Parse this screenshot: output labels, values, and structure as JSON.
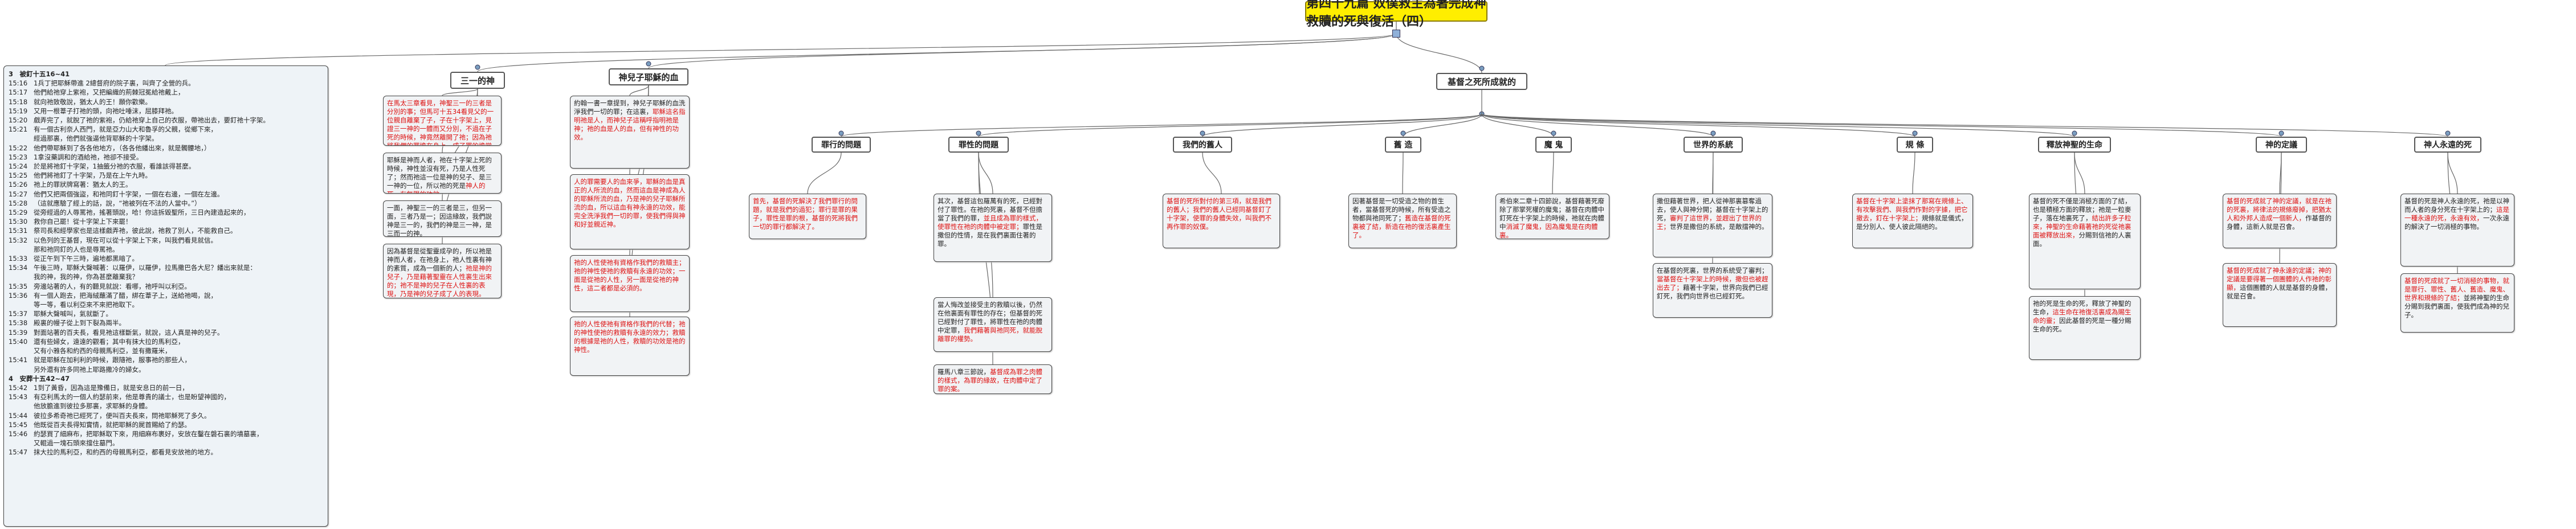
{
  "root": {
    "title": "第四十九篇 奴僕救主為著完成神救贖的死與復活（四）"
  },
  "scripture": {
    "sections": [
      {
        "heading": "3　被釘十五16~41",
        "verses": [
          [
            "15:16",
            "1兵丁把耶穌帶進 2總督府的院子裏，叫齊了全營的兵。"
          ],
          [
            "15:17",
            "他們給祂穿上紫袍，又把編織的荊棘冠冕給祂戴上，"
          ],
          [
            "15:18",
            "就向祂致敬說，猶太人的王！願你歡樂。"
          ],
          [
            "15:19",
            "又用一根葦子打祂的頭，向祂吐唾沫，屈膝拜祂。"
          ],
          [
            "15:20",
            "戲弄完了，就脫了祂的紫袍，仍給祂穿上自己的衣服，帶祂出去，要釘祂十字架。"
          ],
          [
            "15:21",
            "有一個古利奈人西門，就是亞力山大和魯孚的父親，從鄉下來，"
          ],
          [
            "",
            "經過那裏，他們就強逼他背耶穌的十字架。"
          ],
          [
            "15:22",
            "他們帶耶穌到了各各他地方，（各各他繙出來，就是髑髏地，）"
          ],
          [
            "15:23",
            "1拿沒藥調和的酒給祂，祂卻不接受。"
          ],
          [
            "15:24",
            "於是將祂釘十字架，1抽籤分祂的衣服，看誰該得甚麼。"
          ],
          [
            "15:25",
            "他們將祂釘了十字架，乃是在上午九時。"
          ],
          [
            "15:26",
            "祂上的罪狀牌寫著：猶太人的王。"
          ],
          [
            "15:27",
            "他們又把兩個強盜，和祂同釘十字架，一個在右邊，一個在左邊。"
          ],
          [
            "15:28",
            "（這就應驗了經上的話，說，“祂被列在不法的人當中。”）"
          ],
          [
            "15:29",
            "從旁經過的人辱罵祂，搖著頭說，哈！你這拆毀聖所，三日內建造起來的，"
          ],
          [
            "15:30",
            "救你自己罷！從十字架上下來罷！"
          ],
          [
            "15:31",
            "祭司長和經學家也是這樣戲弄祂，彼此說，祂救了別人，不能救自己。"
          ],
          [
            "15:32",
            "以色列的王基督，現在可以從十字架上下來，叫我們看見就信。"
          ],
          [
            "",
            "那和祂同釘的人也是辱罵祂。"
          ],
          [
            "15:33",
            "從正午到下午三時，遍地都黑暗了。"
          ],
          [
            "15:34",
            "午後三時，耶穌大聲喊著：以羅伊，以羅伊，拉馬撒巴各大尼？繙出來就是："
          ],
          [
            "",
            "我的神，我的神，你為甚麼離棄我？"
          ],
          [
            "15:35",
            "旁邊站著的人，有的聽見就說：看哪，祂呼叫以利亞。"
          ],
          [
            "15:36",
            "有一個人跑去，把海絨蘸滿了醋，綁在葦子上，送給祂喝，說，"
          ],
          [
            "",
            "等一等，看以利亞來不來把祂取下。"
          ],
          [
            "15:37",
            "耶穌大聲喊叫，氣就斷了。"
          ],
          [
            "15:38",
            "殿裏的幔子從上到下裂為兩半。"
          ],
          [
            "15:39",
            "對面站著的百夫長，看見祂這樣斷氣，就說，這人真是神的兒子。"
          ],
          [
            "15:40",
            "還有些婦女，遠遠的觀看；其中有抹大拉的馬利亞，"
          ],
          [
            "",
            "又有小雅各和約西的母親馬利亞，並有撒羅米，"
          ],
          [
            "15:41",
            "就是耶穌在加利利的時候，跟隨祂，服事祂的那些人，"
          ],
          [
            "",
            "另外還有許多同祂上耶路撒冷的婦女。"
          ]
        ]
      },
      {
        "heading": "4　安葬十五42~47",
        "verses": [
          [
            "15:42",
            "1到了黃昏，因為這是豫備日，就是安息日的前一日，"
          ],
          [
            "15:43",
            "有亞利馬太的一個人約瑟前來，他是尊貴的議士，也是盼望神國的，"
          ],
          [
            "",
            "他放膽進到彼拉多那裏，求耶穌的身體。"
          ],
          [
            "15:44",
            "彼拉多希奇祂已經死了，便叫百夫長來，問祂耶穌死了多久。"
          ],
          [
            "15:45",
            "他既從百夫長得知實情，就把耶穌的屍首賜給了約瑟。"
          ],
          [
            "15:46",
            "約瑟買了細麻布，把耶穌取下來，用細麻布裹好，安放在鑿在磐石裏的墳墓裏，"
          ],
          [
            "",
            "又輥過一塊石頭來擋住墓門。"
          ],
          [
            "15:47",
            "抹大拉的馬利亞，和約西的母親馬利亞，都看見安放祂的地方。"
          ]
        ]
      }
    ]
  },
  "branches": {
    "b1": "三一的神",
    "b2": "神兒子耶穌的血",
    "b3": "基督之死所成就的"
  },
  "categories": {
    "c1": "罪行的問題",
    "c2": "罪性的問題",
    "c3": "我們的舊人",
    "c4": "舊 造",
    "c5": "魔 鬼",
    "c6": "世界的系統",
    "c7": "規 條",
    "c8": "釋放神聖的生命",
    "c9": "神的定議",
    "c10": "神人永遠的死"
  },
  "notes": {
    "n_b1_1": {
      "a": "",
      "r": "在馬太三章看見，神聖三一的三者是分別的事；但馬可十五34看見父的一位親自離棄了子，子在十字架上，見證三一神的一體而又分別，不過在子死的時候，神竟然離開了祂；因為祂將我們的罪擔在身上，成了罪的擔當者。"
    },
    "n_b1_2": {
      "a": "耶穌是神而人者，祂在十字架上死的時候，神性並沒有死，乃是人性死了；然而祂這一位是神的兒子、是三一神的一位，所以祂的死是",
      "r": "神人的死，有無限的功效。"
    },
    "n_b1_3": {
      "a": "一面，神聖三一的三者是三，但另一面，三者乃是一；因這緣故，我們說神是三一的，我們的神是三一神，是三而一的神。",
      "r": ""
    },
    "n_b1_4": {
      "a": "因為基督是從聖靈成孕的，所以祂是神而人者，在祂身上，祂人性裏有神的素質，成為一個新的人；",
      "r": "祂是神的兒子，乃是藉著聖靈在人性裏生出來的；祂不是神的兒子在人性裏的表現，乃是神的兒子成了人的表現。"
    },
    "n_b2_1": {
      "a": "約翰一書一章提到，神兒子耶穌的血洗淨我們一切的罪；在這裏，",
      "r": "耶穌這名指明祂是人，而神兒子這稱呼指明祂是神；祂的血是人的血，但有神性的功效。"
    },
    "n_b2_2": {
      "a": "",
      "r": "人的罪需要人的血來爭，耶穌的血是真正的人所流的血，然而這血是神成為人的耶穌所流的血，乃是神的兒子耶穌所流的血，所以這血有神永遠的功效，能完全洗淨我們一切的罪，使我們得與神和好並親近神。"
    },
    "n_b2_3": {
      "a": "",
      "r": "祂的人性使祂有資格作我們的救贖主；祂的神性使祂的救贖有永遠的功效；一面是從祂的人性，另一面是從祂的神性，這二者都是必須的。"
    },
    "n_b2_4": {
      "a": "",
      "r": "祂的人性使祂有資格作我們的代替；祂的神性使祂的救贖有永遠的效力；救贖的根據是祂的人性，救贖的功效是祂的神性。"
    },
    "n_c1": {
      "a": "",
      "r": "首先，基督的死解決了我們罪行的問題，就是我們的過犯；罪行是罪的果子，罪性是罪的根，基督的死將我們一切的罪行都解決了。"
    },
    "n_c2_1": {
      "a": "其次，基督這包羅萬有的死，已經對付了罪性。在祂的死裏，基督不但擔當了我們的罪，",
      "r": "並且成為罪的樣式，使罪性在祂的肉體中被定罪；",
      "b": "罪性是撒但的性情，是在我們裏面住著的罪。"
    },
    "n_c2_2": {
      "a": "當人悔改並接受主的救贖以後，仍然在他裏面有罪性的存在；但基督的死已經對付了罪性，將罪性在祂的肉體中定罪，",
      "r": "我們藉著與祂同死，就能脫離罪的權勢。",
      "b": ""
    },
    "n_c2_3": {
      "a": "羅馬八章三節說，",
      "r": "基督成為罪之肉體的樣式，為罪的緣故，在肉體中定了罪的案。",
      "b": ""
    },
    "n_c3": {
      "a": "",
      "r": "基督的死所對付的第三項，就是我們的舊人；我們的舊人已經同基督釘了十字架，使罪的身體失效，叫我們不再作罪的奴僕。"
    },
    "n_c4": {
      "a": "因著基督是一切受造之物的首生者，當基督死的時候，所有受造之物都與祂同死了；",
      "r": "舊造在基督的死裏被了結，新造在祂的復活裏產生了。"
    },
    "n_c5": {
      "a": "希伯來二章十四節說，基督藉著死廢除了那掌死權的魔鬼；基督在肉體中釘死在十字架上的時候，祂就在肉體中",
      "r": "消滅了魔鬼，因為魔鬼是在肉體裏。"
    },
    "n_c6_1": {
      "a": "撒但藉著世界，把人從神那裏篡奪過去，使人與神分開；基督在十字架上的死，",
      "r": "審判了這世界，並趕出了世界的王；",
      "b": "世界是撒但的系統，是敵擋神的。"
    },
    "n_c6_2": {
      "a": "在基督的死裏，世界的系統受了審判；",
      "r": "當基督在十字架上的時候，撒但也被趕出去了；",
      "b": "藉著十字架，世界向我們已經釘死，我們向世界也已經釘死。"
    },
    "n_c7": {
      "a": "",
      "r": "基督在十字架上塗抹了那寫在規條上、有攻擊我們、與我們作對的字據，把它撤去，釘在十字架上；",
      "b": "規條就是儀式，是分別人、使人彼此隔絕的。"
    },
    "n_c8_1": {
      "a": "基督的死不僅是消極方面的了結，也是積極方面的釋放；祂是一粒麥子，落在地裏死了，",
      "r": "結出許多子粒來，神聖的生命藉著祂的死從祂裏面被釋放出來，",
      "b": "分賜到信祂的人裏面。"
    },
    "n_c8_2": {
      "a": "祂的死是生命的死，釋放了神聖的生命，",
      "r": "這生命在祂復活裏成為賜生命的靈；",
      "b": "因此基督的死是一種分賜生命的死。"
    },
    "n_c9": {
      "a": "",
      "r": "基督的死成就了神的定議，就是在祂的死裏，將律法的規條廢掉，把猶太人和外邦人造成一個新人，",
      "b": "作基督的身體，這新人就是召會。"
    },
    "n_c9_2": {
      "a": "",
      "r": "基督的死成就了神永遠的定議；神的定議是要得著一個團體的人作祂的彰顯，",
      "b": "這個團體的人就是基督的身體，就是召會。"
    },
    "n_c10_1": {
      "a": "基督的死是神人永遠的死，祂是以神而人者的身分死在十字架上的；",
      "r": "這是一種永遠的死，永遠有效，",
      "b": "一次永遠的解決了一切消極的事物。"
    },
    "n_c10_2": {
      "a": "",
      "r": "基督的死成就了一切消極的事物，就是罪行、罪性、舊人、舊造、魔鬼、世界和規條的了結；",
      "b": "並將神聖的生命分賜到我們裏面，使我們成為神的兒子。"
    }
  }
}
